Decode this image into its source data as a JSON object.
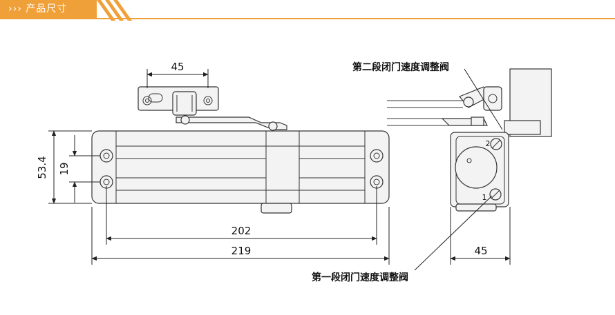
{
  "header": {
    "title": "产品尺寸",
    "chevrons": "›››"
  },
  "dimensions": {
    "bracket_width": "45",
    "body_height": "53.4",
    "hole_spacing": "19",
    "hole_span": "202",
    "overall_length": "219",
    "side_depth": "45"
  },
  "callouts": {
    "second_stage": "第二段闭门速度调整阀",
    "first_stage": "第一段闭门速度调整阀"
  },
  "valve_marks": {
    "mark_2": "2",
    "mark_1": "1"
  },
  "colors": {
    "accent": "#f0a039",
    "line": "#333333",
    "part_fill": "#f3f3f3"
  }
}
